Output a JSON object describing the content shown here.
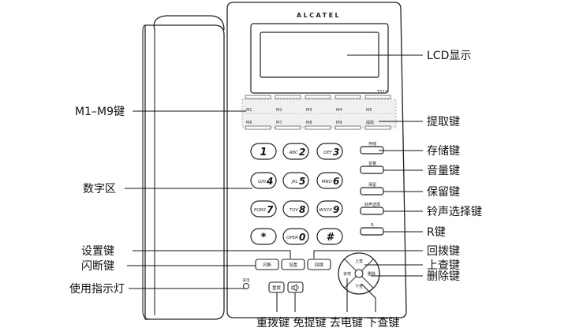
{
  "brand": "ALCATEL",
  "model": "T516",
  "memory_keys": [
    [
      "M1",
      "M2",
      "M3",
      "M4",
      "M5"
    ],
    [
      "M6",
      "M7",
      "M8",
      "M9",
      "提取"
    ]
  ],
  "keypad": [
    {
      "sub": "",
      "main": "1"
    },
    {
      "sub": "ABC",
      "main": "2"
    },
    {
      "sub": "DEF",
      "main": "3"
    },
    {
      "sub": "GHI",
      "main": "4"
    },
    {
      "sub": "JKL",
      "main": "5"
    },
    {
      "sub": "MNO",
      "main": "6"
    },
    {
      "sub": "PQRS",
      "main": "7"
    },
    {
      "sub": "TUV",
      "main": "8"
    },
    {
      "sub": "WXYX",
      "main": "9"
    },
    {
      "sub": "",
      "main": "*"
    },
    {
      "sub": "OPER",
      "main": "0"
    },
    {
      "sub": "",
      "main": "#"
    }
  ],
  "side_keys": [
    "存储",
    "音量",
    "保留",
    "铃声选择",
    "R"
  ],
  "bottom_keys": [
    "闪断",
    "设置",
    "回拨"
  ],
  "redial_key": "重拨",
  "indicator_label": "来电",
  "nav_keys": {
    "up": "上查",
    "down": "下查",
    "left": "去电",
    "right": "删除"
  },
  "callouts": {
    "lcd": "LCD显示",
    "m1m9": "M1–M9键",
    "extract": "提取键",
    "store": "存储键",
    "volume": "音量键",
    "numpad": "数字区",
    "hold": "保留键",
    "ringer": "铃声选择键",
    "r": "R键",
    "setup": "设置键",
    "callback": "回拨键",
    "flash": "闪断键",
    "up": "上查键",
    "delete": "删除键",
    "indicator": "使用指示灯",
    "bottom_row": "重拨键 免提键 去电键 下查键"
  }
}
